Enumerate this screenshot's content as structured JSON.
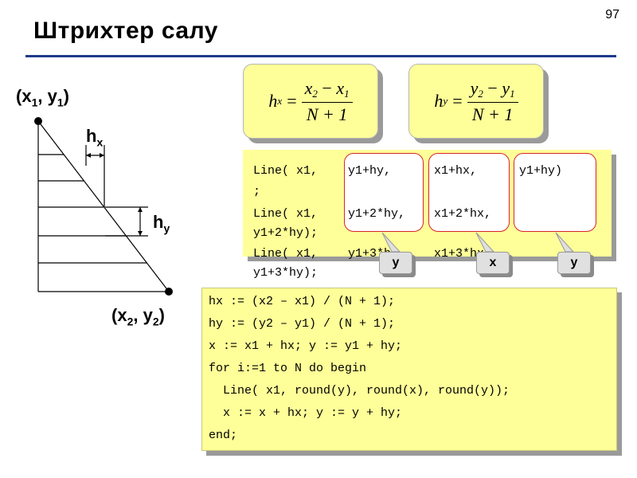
{
  "slide": {
    "number": "97",
    "title": "Штрихтер салу"
  },
  "diagram": {
    "point1": {
      "base": "(x",
      "sub1": "1",
      "mid": ", y",
      "sub2": "1",
      "end": ")"
    },
    "point2": {
      "base": "(x",
      "sub1": "2",
      "mid": ", y",
      "sub2": "2",
      "end": ")"
    },
    "hx": {
      "base": "h",
      "sub": "x"
    },
    "hy": {
      "base": "h",
      "sub": "y"
    }
  },
  "formulas": {
    "hx": {
      "lhs": "h",
      "lhs_sub": "x",
      "num_a": "x",
      "num_a_sub": "2",
      "num_b": "x",
      "num_b_sub": "1",
      "den": "N + 1"
    },
    "hy": {
      "lhs": "h",
      "lhs_sub": "y",
      "num_a": "y",
      "num_a_sub": "2",
      "num_b": "y",
      "num_b_sub": "1",
      "den": "N + 1"
    }
  },
  "line_calls": {
    "row1_a": "Line( x1,",
    "row1_b": "y1+hy,",
    "row1_c": "x1+hx,",
    "row1_d": "y1+hy)",
    "row1_e": ";",
    "row2_a": "Line( x1,",
    "row2_b": "y1+2*hy,",
    "row2_c": "x1+2*hx,",
    "row2_d": "y1+2*hy);",
    "row3_a": "Line( x1,",
    "row3_b": "y1+3*hy,",
    "row3_c": "x1+3*hx,",
    "row3_d": "y1+3*hy);"
  },
  "callouts": {
    "first": "y",
    "second": "x",
    "third": "y"
  },
  "code": [
    "hx := (x2 – x1) / (N + 1);",
    "hy := (y2 – y1) / (N + 1);",
    "x := x1 + hx; y := y1 + hy;",
    "for i:=1 to N do begin",
    "  Line( x1, round(y), round(x), round(y));",
    "  x := x + hx; y := y + hy;",
    "end;"
  ],
  "colors": {
    "title_rule": "#1e3a8a",
    "card_fill": "#ffff99",
    "highlight_border": "#d72626",
    "callout_fill": "#e0e0e0"
  }
}
